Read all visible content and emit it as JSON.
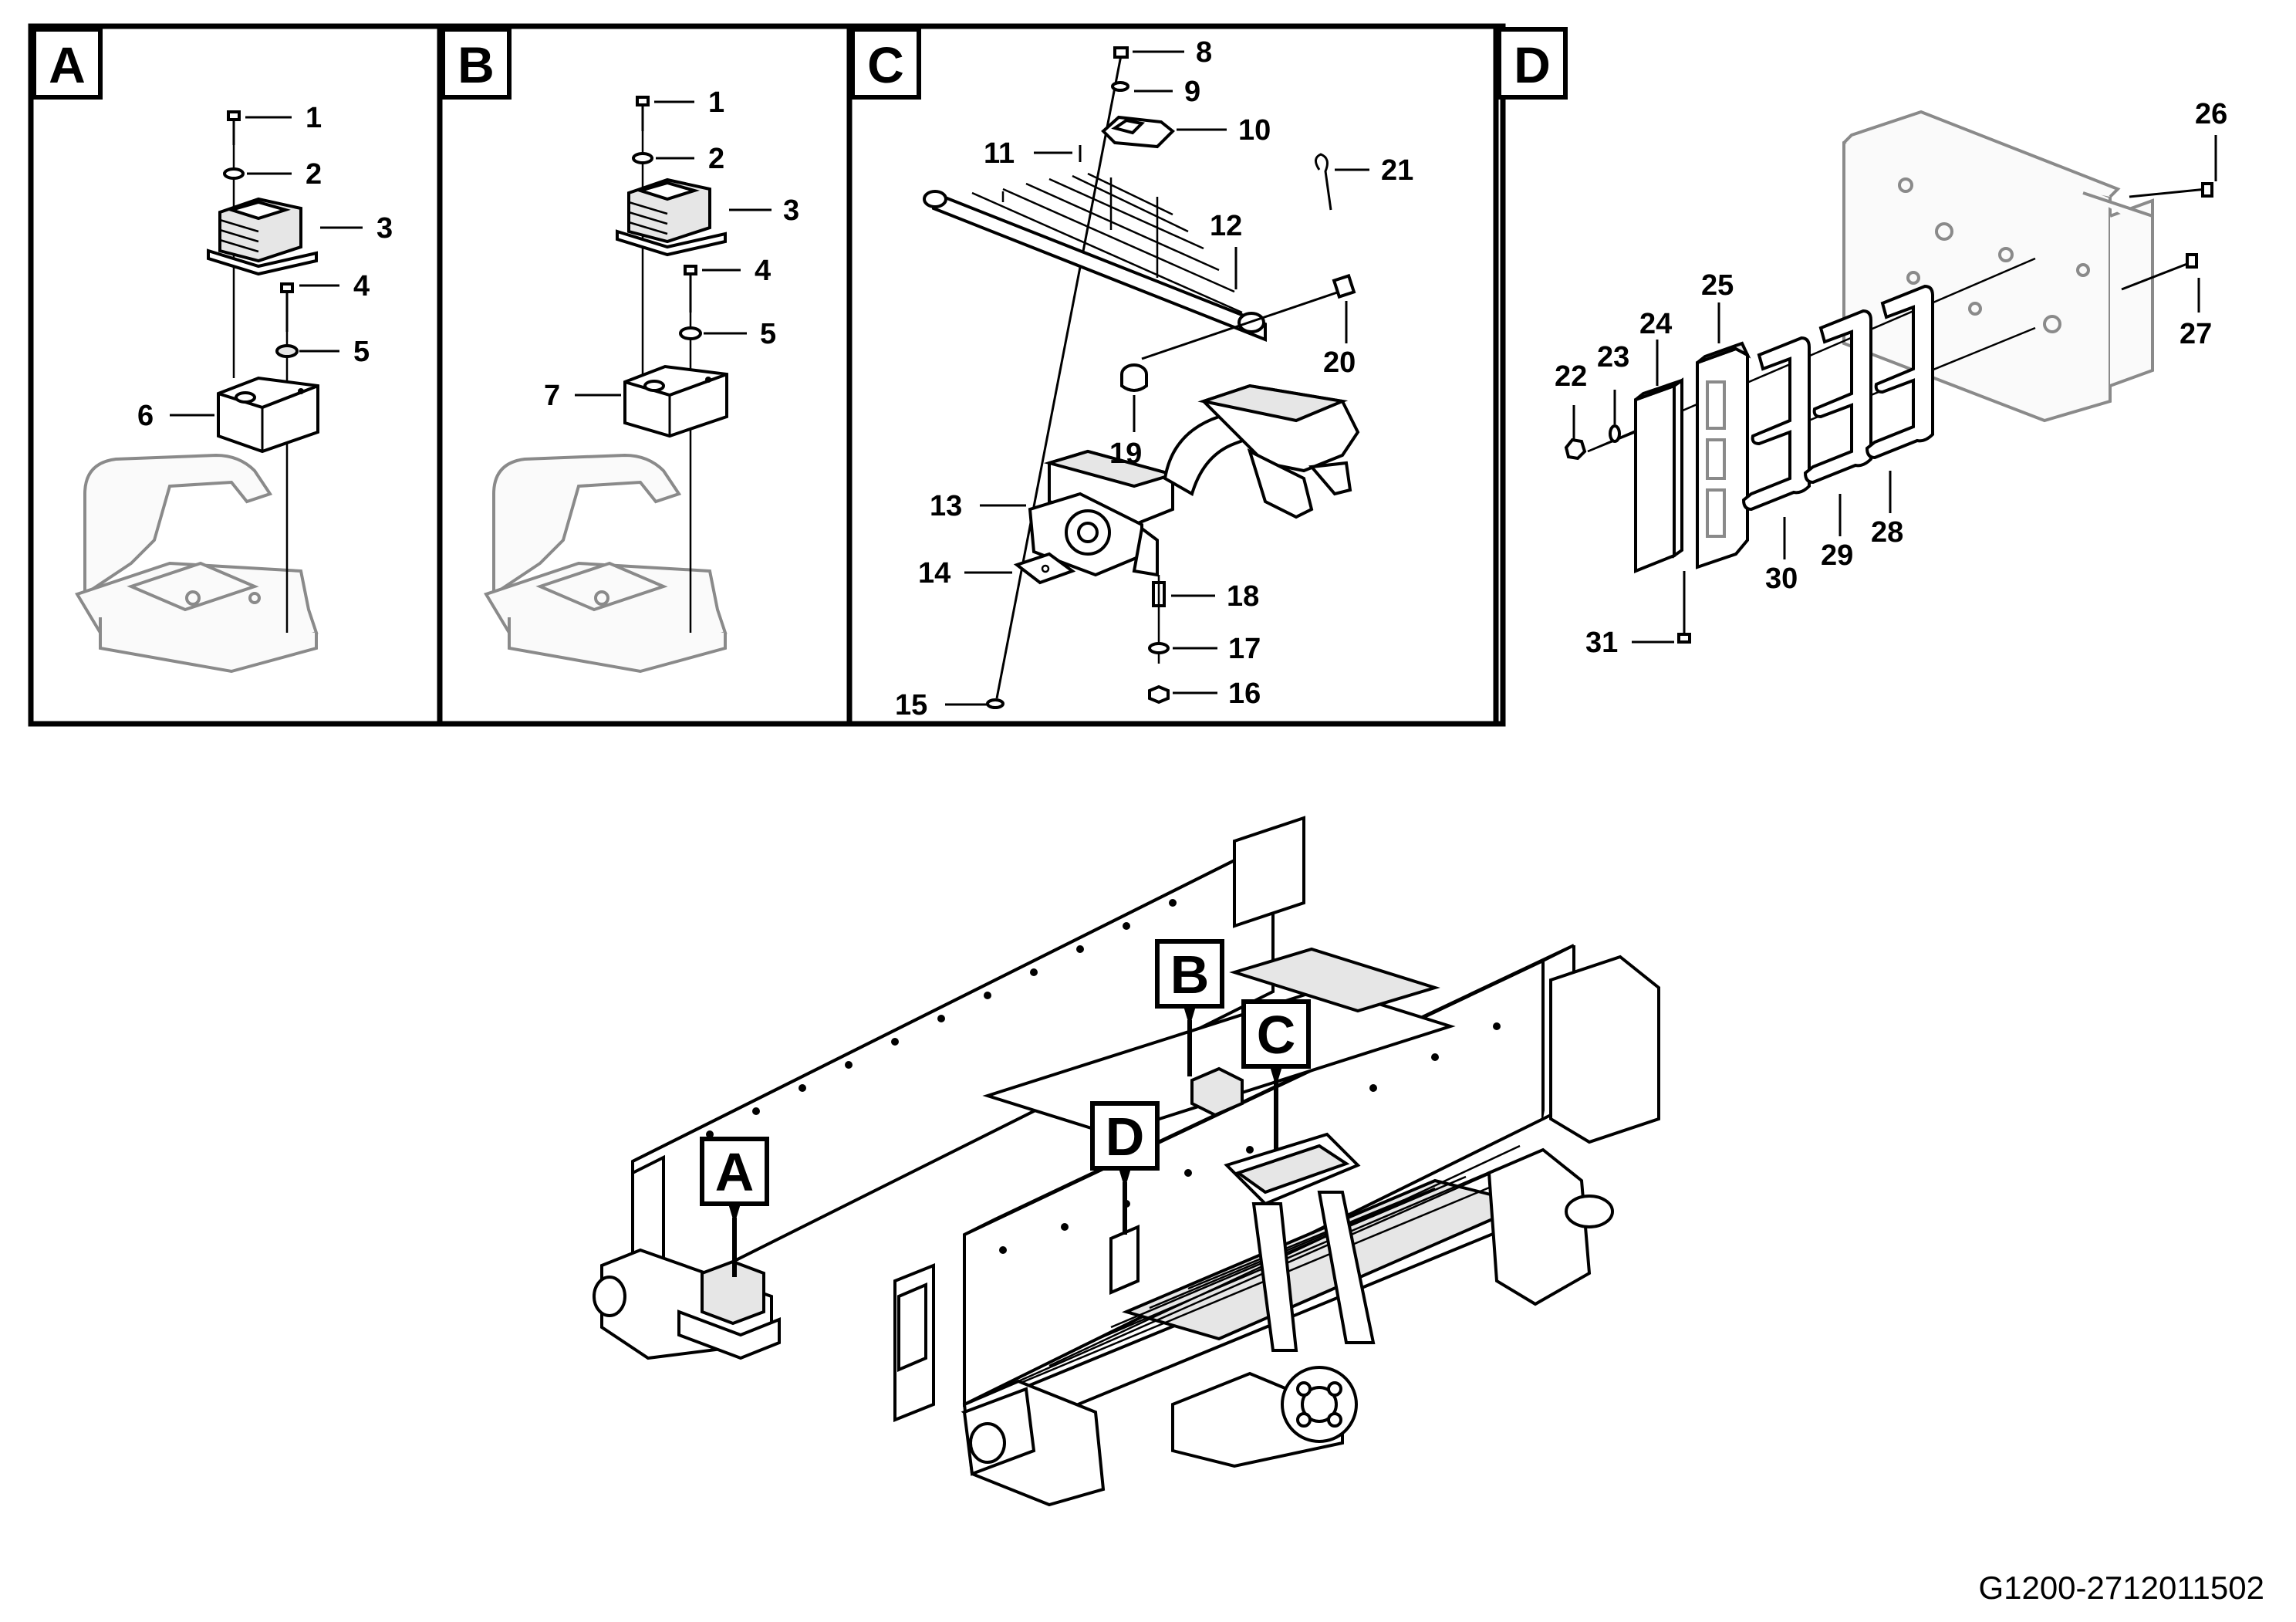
{
  "panels": [
    {
      "id": "A",
      "label": "A",
      "parts": [
        "1",
        "2",
        "3",
        "4",
        "5",
        "6"
      ]
    },
    {
      "id": "B",
      "label": "B",
      "parts": [
        "1",
        "2",
        "3",
        "4",
        "5",
        "7"
      ]
    },
    {
      "id": "C",
      "label": "C",
      "parts": [
        "8",
        "9",
        "10",
        "11",
        "12",
        "13",
        "14",
        "15",
        "16",
        "17",
        "18",
        "19",
        "20",
        "21"
      ]
    },
    {
      "id": "D",
      "label": "D",
      "parts": [
        "22",
        "23",
        "24",
        "25",
        "26",
        "27",
        "28",
        "29",
        "30",
        "31"
      ]
    }
  ],
  "callouts": [
    "A",
    "B",
    "C",
    "D"
  ],
  "figure_code": "G1200-2712011502"
}
